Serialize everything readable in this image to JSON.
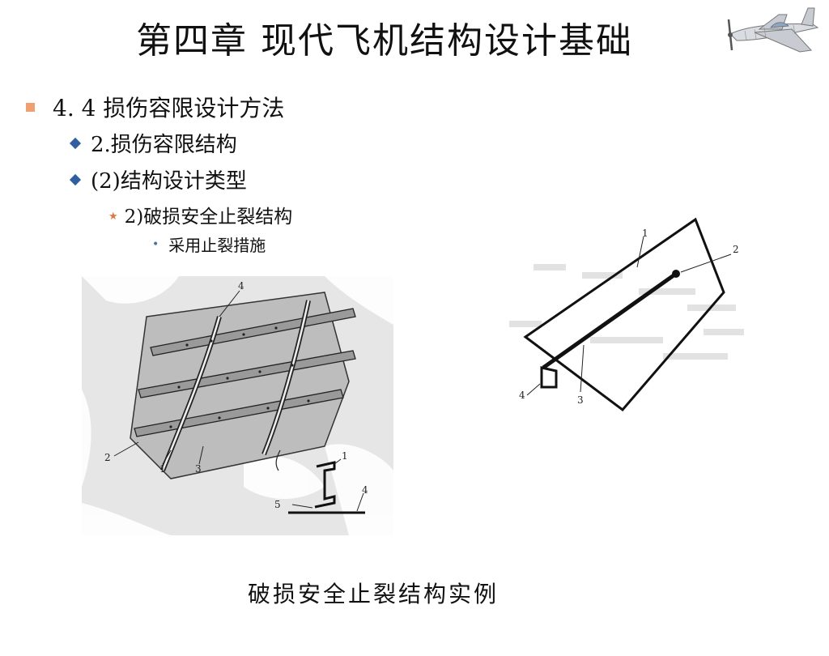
{
  "slide": {
    "title": "第四章  现代飞机结构设计基础",
    "logo_icon": "airplane-icon",
    "bullets": {
      "l1": "4. 4 损伤容限设计方法",
      "l2a": "2.损伤容限结构",
      "l2b": "(2)结构设计类型",
      "l3": "2)破损安全止裂结构",
      "l4": "采用止裂措施"
    },
    "figures": {
      "left_labels": [
        "4",
        "2",
        "1",
        "3",
        "1",
        "5",
        "4"
      ],
      "right_labels": [
        "1",
        "2",
        "4",
        "3"
      ]
    },
    "caption": "破损安全止裂结构实例"
  },
  "colors": {
    "marker_square": "#f0a070",
    "marker_diamond": "#2f5f9f",
    "marker_star": "#e07840",
    "marker_dot": "#4a6fa5"
  }
}
